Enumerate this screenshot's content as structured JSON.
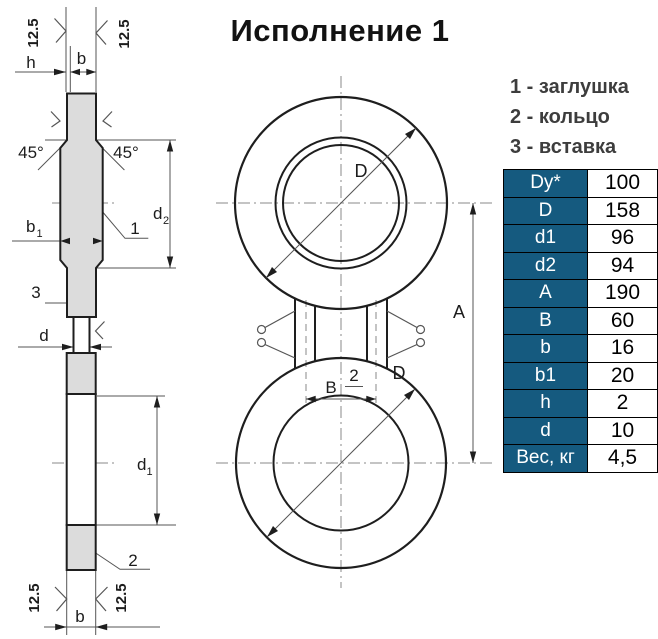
{
  "title": "Исполнение 1",
  "legend": {
    "items": [
      {
        "label": "1 - заглушка"
      },
      {
        "label": "2 - кольцо"
      },
      {
        "label": "3 - вставка"
      }
    ]
  },
  "table": {
    "rows": [
      {
        "param": "Dy*",
        "value": "100"
      },
      {
        "param": "D",
        "value": "158"
      },
      {
        "param": "d1",
        "value": "96"
      },
      {
        "param": "d2",
        "value": "94"
      },
      {
        "param": "A",
        "value": "190"
      },
      {
        "param": "B",
        "value": "60"
      },
      {
        "param": "b",
        "value": "16"
      },
      {
        "param": "b1",
        "value": "20"
      },
      {
        "param": "h",
        "value": "2"
      },
      {
        "param": "d",
        "value": "10"
      },
      {
        "param": "Вес, кг",
        "value": "4,5"
      }
    ]
  },
  "drawing": {
    "side_view": {
      "roughness_top_left": "12.5",
      "roughness_top_right": "12.5",
      "roughness_bottom_left": "12.5",
      "roughness_bottom_right": "12.5",
      "dim_h": "h",
      "dim_b_top": "b",
      "dim_b_bottom": "b",
      "angle_left": "45°",
      "angle_right": "45°",
      "dim_d2_main": "d",
      "dim_d2_sub": "2",
      "dim_b1_main": "b",
      "dim_b1_sub": "1",
      "dim_d1_main": "d",
      "dim_d1_sub": "1",
      "dim_d": "d",
      "part_ref_1": "1",
      "part_ref_2": "2",
      "part_ref_3": "3"
    },
    "front_view": {
      "dim_D_top": "D",
      "dim_D_bottom": "D",
      "dim_A": "A",
      "dim_B": "B",
      "part_ref_2": "2"
    }
  },
  "colors": {
    "table_header_bg": "#155a7f",
    "table_header_text": "#ffffff",
    "part_fill": "#dcdcdc",
    "object_line": "#1e1e1e",
    "thin_line": "#555555",
    "centerline": "#8a8a8a",
    "legend_text": "#3d3d3d"
  }
}
